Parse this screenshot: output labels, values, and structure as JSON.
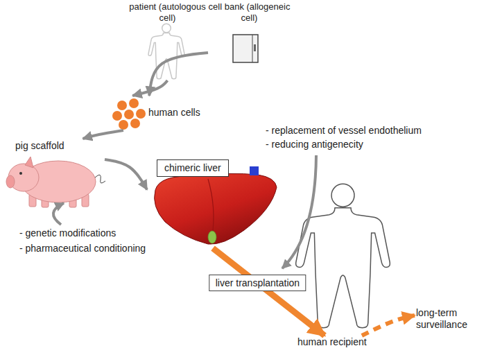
{
  "diagram": {
    "nodes": [
      {
        "text": [
          "patient (autologous cell)"
        ]
      },
      {
        "text": [
          "cell bank (allogeneic cell)"
        ]
      },
      {
        "text": [
          "human cells"
        ]
      },
      {
        "text": [
          "pig scaffold"
        ]
      },
      {
        "text": [
          "chimeric liver"
        ]
      },
      {
        "text": [
          "human recipient"
        ]
      },
      {
        "text": [
          "long-term surveillance"
        ]
      }
    ],
    "edges": [
      {
        "from": 0,
        "to": 2,
        "arrow": "to"
      },
      {
        "from": 1,
        "to": 2,
        "arrow": "to"
      },
      {
        "from": 2,
        "to": 3,
        "arrow": "to"
      },
      {
        "from": 3,
        "to": 4,
        "arrow": "to"
      },
      {
        "from": 4,
        "to": 5,
        "label": "liver transplantation",
        "arrow": "to"
      },
      {
        "from": 5,
        "to": 6,
        "arrow": "to"
      }
    ],
    "labels": [
      "- replacement of vessel endothelium",
      "- reducing antigenecity",
      "- genetic modifications",
      "- pharmaceutical conditioning"
    ]
  }
}
